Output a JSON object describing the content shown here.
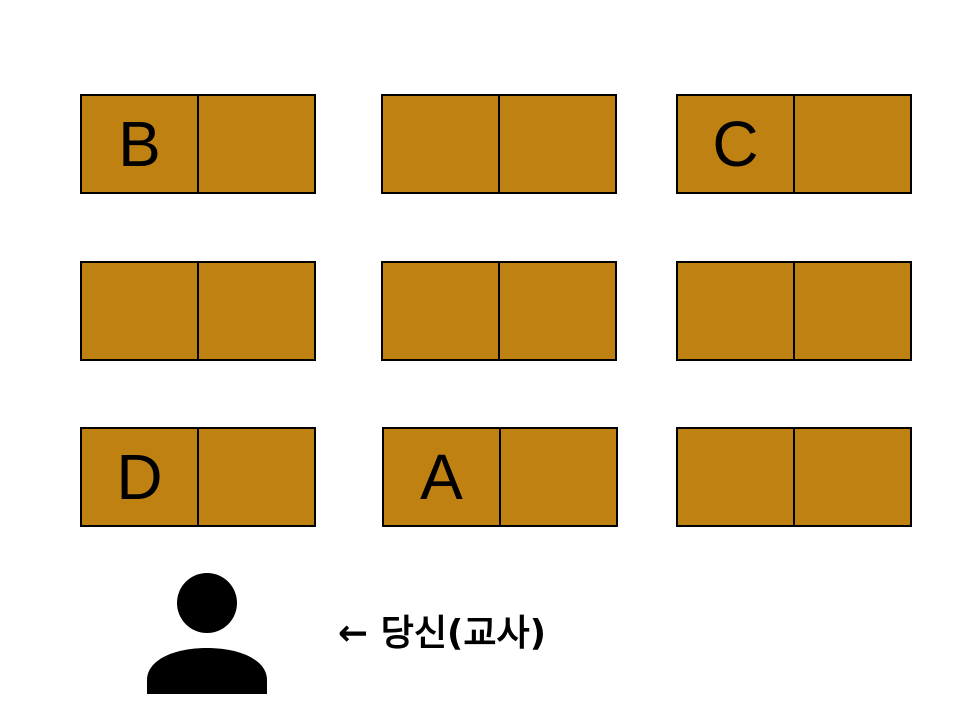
{
  "colors": {
    "desk": "#c08113",
    "outline": "#000000"
  },
  "desks": [
    {
      "id": "r0c0",
      "seats": [
        "B",
        ""
      ]
    },
    {
      "id": "r0c1",
      "seats": [
        "",
        ""
      ]
    },
    {
      "id": "r0c2",
      "seats": [
        "C",
        ""
      ]
    },
    {
      "id": "r1c0",
      "seats": [
        "",
        ""
      ]
    },
    {
      "id": "r1c1",
      "seats": [
        "",
        ""
      ]
    },
    {
      "id": "r1c2",
      "seats": [
        "",
        ""
      ]
    },
    {
      "id": "r2c0",
      "seats": [
        "D",
        ""
      ]
    },
    {
      "id": "r2c1",
      "seats": [
        "A",
        ""
      ]
    },
    {
      "id": "r2c2",
      "seats": [
        "",
        ""
      ]
    }
  ],
  "teacher": {
    "icon": "person-icon",
    "label": "← 당신(교사)"
  }
}
